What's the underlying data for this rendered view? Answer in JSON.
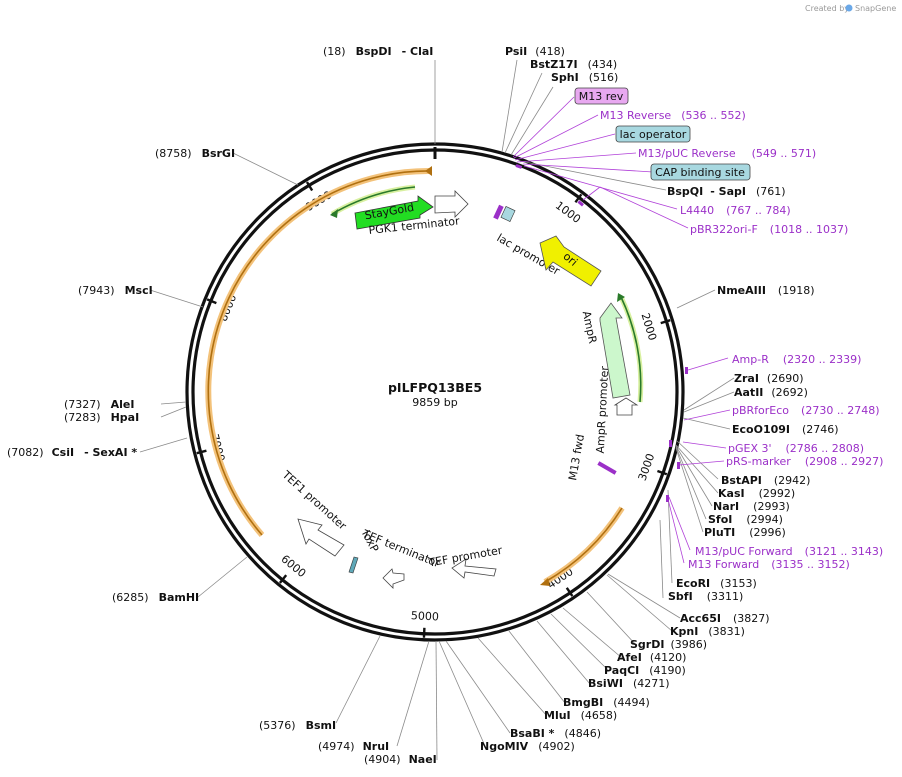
{
  "credit": {
    "created_by": "Created by",
    "app": "SnapGene"
  },
  "plasmid": {
    "name": "pILFPQ13BE5",
    "length": "9859 bp"
  },
  "ticks": [
    "1000",
    "2000",
    "3000",
    "4000",
    "5000",
    "6000",
    "7000",
    "8000",
    "9000"
  ],
  "sites": [
    {
      "pos": "(18)",
      "name": "BspDI",
      "extra": "- ClaI"
    },
    {
      "pos": "(418)",
      "name": "PsiI"
    },
    {
      "pos": "(434)",
      "name": "BstZ17I"
    },
    {
      "pos": "(516)",
      "name": "SphI"
    },
    {
      "pos": "(761)",
      "name": "BspQI",
      "extra": "- SapI"
    },
    {
      "pos": "(1918)",
      "name": "NmeAIII"
    },
    {
      "pos": "(2690)",
      "name": "ZraI"
    },
    {
      "pos": "(2692)",
      "name": "AatII"
    },
    {
      "pos": "(2746)",
      "name": "EcoO109I"
    },
    {
      "pos": "(2942)",
      "name": "BstAPI"
    },
    {
      "pos": "(2992)",
      "name": "KasI"
    },
    {
      "pos": "(2993)",
      "name": "NarI"
    },
    {
      "pos": "(2994)",
      "name": "SfoI"
    },
    {
      "pos": "(2996)",
      "name": "PluTI"
    },
    {
      "pos": "(3153)",
      "name": "EcoRI"
    },
    {
      "pos": "(3311)",
      "name": "SbfI"
    },
    {
      "pos": "(3827)",
      "name": "Acc65I"
    },
    {
      "pos": "(3831)",
      "name": "KpnI"
    },
    {
      "pos": "(3986)",
      "name": "SgrDI"
    },
    {
      "pos": "(4120)",
      "name": "AfeI"
    },
    {
      "pos": "(4190)",
      "name": "PaqCI"
    },
    {
      "pos": "(4271)",
      "name": "BsiWI"
    },
    {
      "pos": "(4494)",
      "name": "BmgBI"
    },
    {
      "pos": "(4658)",
      "name": "MluI"
    },
    {
      "pos": "(4846)",
      "name": "BsaBI *"
    },
    {
      "pos": "(4902)",
      "name": "NgoMIV"
    },
    {
      "pos": "(4904)",
      "name": "NaeI"
    },
    {
      "pos": "(4974)",
      "name": "NruI"
    },
    {
      "pos": "(5376)",
      "name": "BsmI"
    },
    {
      "pos": "(6285)",
      "name": "BamHI"
    },
    {
      "pos": "(7082)",
      "name": "CsiI",
      "extra": "- SexAI *"
    },
    {
      "pos": "(7283)",
      "name": "HpaI"
    },
    {
      "pos": "(7327)",
      "name": "AleI"
    },
    {
      "pos": "(7943)",
      "name": "MscI"
    },
    {
      "pos": "(8758)",
      "name": "BsrGI"
    }
  ],
  "primers": [
    {
      "name": "M13 Reverse",
      "range": "(536 .. 552)"
    },
    {
      "name": "M13/pUC Reverse",
      "range": "(549 .. 571)"
    },
    {
      "name": "L4440",
      "range": "(767 .. 784)"
    },
    {
      "name": "pBR322ori-F",
      "range": "(1018 .. 1037)"
    },
    {
      "name": "Amp-R",
      "range": "(2320 .. 2339)"
    },
    {
      "name": "pBRforEco",
      "range": "(2730 .. 2748)"
    },
    {
      "name": "pGEX 3'",
      "range": "(2786 .. 2808)"
    },
    {
      "name": "pRS-marker",
      "range": "(2908 .. 2927)"
    },
    {
      "name": "M13/pUC Forward",
      "range": "(3121 .. 3143)"
    },
    {
      "name": "M13 Forward",
      "range": "(3135 .. 3152)"
    }
  ],
  "boxed_features": [
    "M13 rev",
    "lac operator",
    "CAP binding site"
  ],
  "features": [
    "StayGold",
    "PGK1 terminator",
    "lac promoter",
    "ori",
    "AmpR",
    "AmpR promoter",
    "M13 fwd",
    "TEF promoter",
    "TEF terminator",
    "loxP",
    "TEF1 promoter"
  ],
  "colors": {
    "stayGold": "#22dd22",
    "ori": "#f0f000",
    "ampR": "#ccf7cc",
    "orf": "#f0a030",
    "primer": "#9b30c8",
    "m13rev": "#e8a8f0",
    "operator": "#a8d8e0"
  }
}
